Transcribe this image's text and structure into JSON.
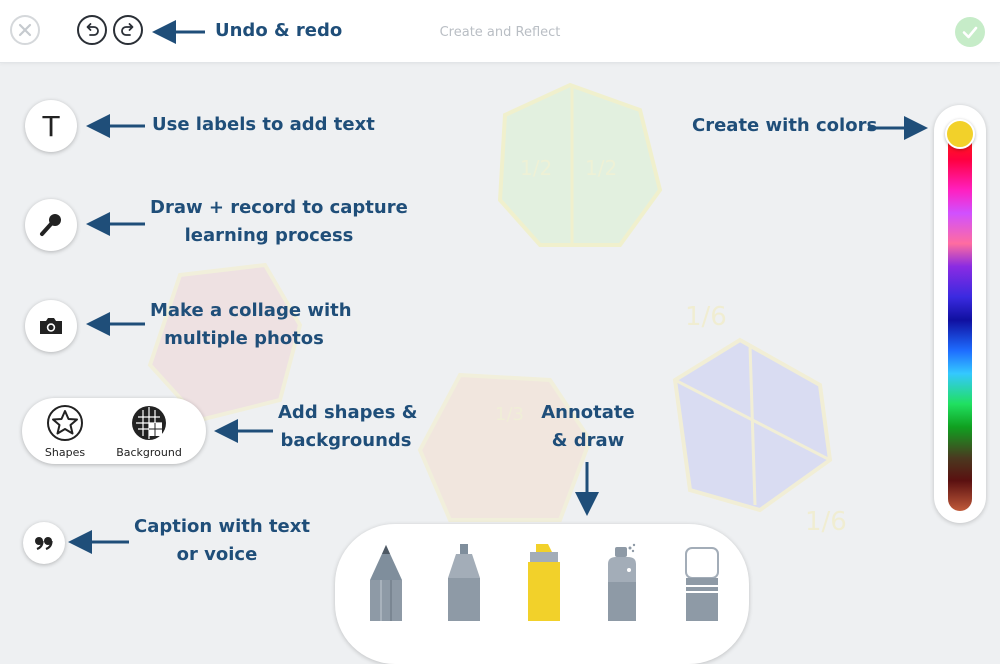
{
  "header": {
    "title": "Create and Reflect",
    "close_icon": "close-icon",
    "undo_icon": "undo-icon",
    "redo_icon": "redo-icon",
    "done_icon": "checkmark-icon"
  },
  "tools": {
    "text_icon_glyph": "T",
    "shapes_label": "Shapes",
    "background_label": "Background"
  },
  "callouts": {
    "undo_redo": "Undo & redo",
    "labels": "Use labels to add text",
    "record_line1": "Draw + record to capture",
    "record_line2": "learning process",
    "collage_line1": "Make a collage with",
    "collage_line2": "multiple photos",
    "shapes_line1": "Add shapes &",
    "shapes_line2": "backgrounds",
    "caption_line1": "Caption with text",
    "caption_line2": "or voice",
    "annotate_line1": "Annotate",
    "annotate_line2": "& draw",
    "colors": "Create with colors"
  },
  "canvas_art": {
    "fraction_half": "1/2",
    "fraction_third": "1/3",
    "fraction_sixth": "1/6"
  },
  "colors": {
    "callout": "#1f4e79",
    "selected_color": "#f2d12a",
    "done": "#c6ecc8"
  },
  "drawing_tools": [
    "pencil",
    "marker",
    "highlighter",
    "spray-paint",
    "eraser"
  ],
  "selected_drawing_tool": "highlighter"
}
